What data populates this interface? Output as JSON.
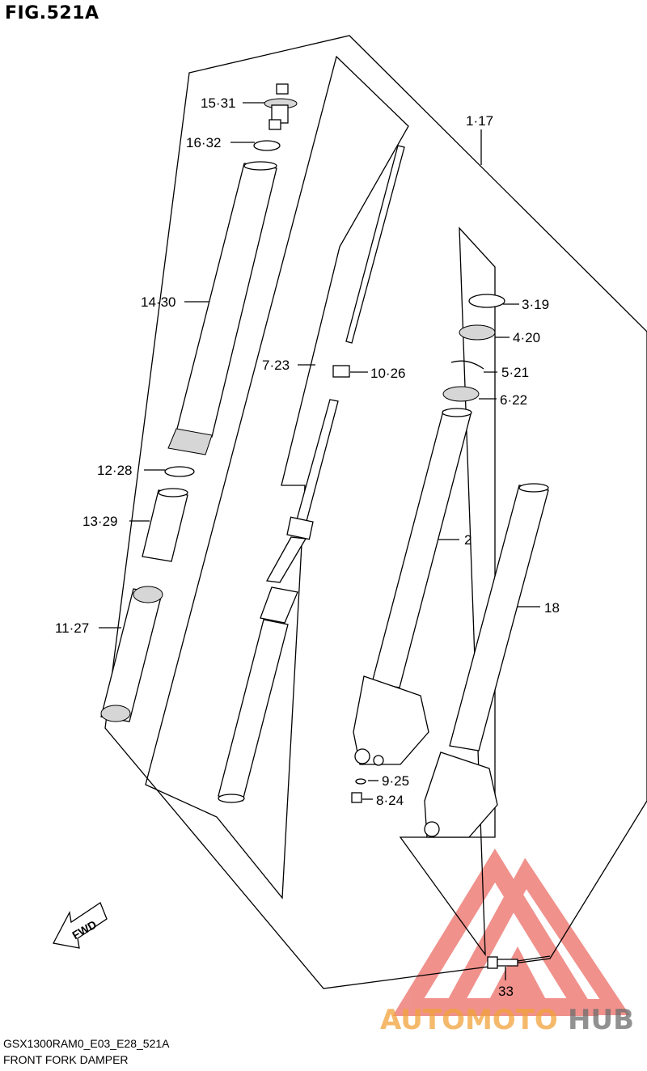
{
  "figure": {
    "title": "FIG.521A",
    "model_code": "GSX1300RAM0_E03_E28_521A",
    "caption": "FRONT FORK DAMPER"
  },
  "direction_label": "FWD",
  "watermark": {
    "brand_part1": "AUTOMOTO",
    "brand_part2": "HUB",
    "color_red": "#e4392f",
    "color_orange": "#f2a23a",
    "color_gray": "#6d6d6d"
  },
  "parts": {
    "p15_31": "15·31",
    "p16_32": "16·32",
    "p14_30": "14·30",
    "p12_28": "12·28",
    "p13_29": "13·29",
    "p11_27": "11·27",
    "p7_23": "7·23",
    "p10_26": "10·26",
    "p1_17": "1·17",
    "p3_19": "3·19",
    "p4_20": "4·20",
    "p5_21": "5·21",
    "p6_22": "6·22",
    "p2": "2",
    "p18": "18",
    "p9_25": "9·25",
    "p8_24": "8·24",
    "p33": "33"
  }
}
